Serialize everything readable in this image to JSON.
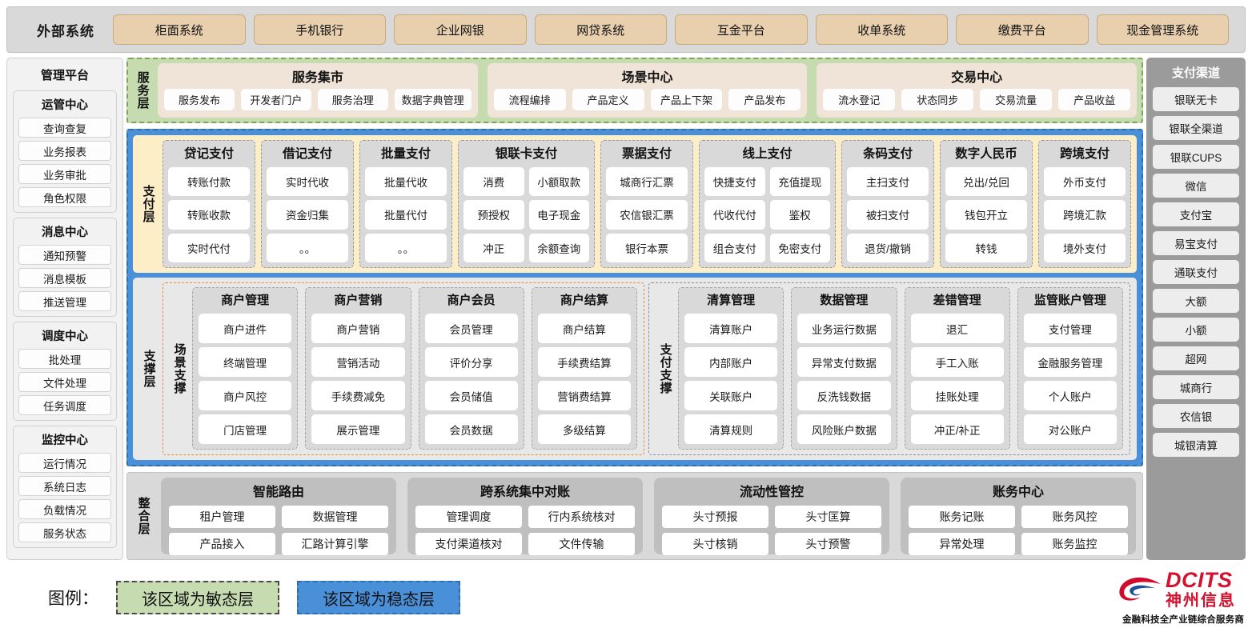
{
  "external_bar": {
    "title": "外部系统",
    "items": [
      "柜面系统",
      "手机银行",
      "企业网银",
      "网贷系统",
      "互金平台",
      "收单系统",
      "缴费平台",
      "现金管理系统"
    ]
  },
  "left_sidebar": {
    "title": "管理平台",
    "groups": [
      {
        "title": "运管中心",
        "items": [
          "查询查复",
          "业务报表",
          "业务审批",
          "角色权限"
        ]
      },
      {
        "title": "消息中心",
        "items": [
          "通知预警",
          "消息模板",
          "推送管理"
        ]
      },
      {
        "title": "调度中心",
        "items": [
          "批处理",
          "文件处理",
          "任务调度"
        ]
      },
      {
        "title": "监控中心",
        "items": [
          "运行情况",
          "系统日志",
          "负载情况",
          "服务状态"
        ]
      }
    ]
  },
  "right_sidebar": {
    "title": "支付渠道",
    "items": [
      "银联无卡",
      "银联全渠道",
      "银联CUPS",
      "微信",
      "支付宝",
      "易宝支付",
      "通联支付",
      "大额",
      "小额",
      "超网",
      "城商行",
      "农信银",
      "城银清算"
    ]
  },
  "service_layer": {
    "label": "服务层",
    "cards": [
      {
        "title": "服务集市",
        "items": [
          "服务发布",
          "开发者门户",
          "服务治理",
          "数据字典管理"
        ]
      },
      {
        "title": "场景中心",
        "items": [
          "流程编排",
          "产品定义",
          "产品上下架",
          "产品发布"
        ]
      },
      {
        "title": "交易中心",
        "items": [
          "流水登记",
          "状态同步",
          "交易流量",
          "产品收益"
        ]
      }
    ]
  },
  "payment_layer": {
    "label": "支付层",
    "columns": [
      {
        "title": "贷记支付",
        "width": 1,
        "rows": [
          [
            "转账付款"
          ],
          [
            "转账收款"
          ],
          [
            "实时代付"
          ]
        ]
      },
      {
        "title": "借记支付",
        "width": 1,
        "rows": [
          [
            "实时代收"
          ],
          [
            "资金归集"
          ],
          [
            "。。"
          ]
        ]
      },
      {
        "title": "批量支付",
        "width": 1,
        "rows": [
          [
            "批量代收"
          ],
          [
            "批量代付"
          ],
          [
            "。。"
          ]
        ]
      },
      {
        "title": "银联卡支付",
        "width": 2,
        "rows": [
          [
            "消费",
            "小额取款"
          ],
          [
            "预授权",
            "电子现金"
          ],
          [
            "冲正",
            "余额查询"
          ]
        ]
      },
      {
        "title": "票据支付",
        "width": 1,
        "rows": [
          [
            "城商行汇票"
          ],
          [
            "农信银汇票"
          ],
          [
            "银行本票"
          ]
        ]
      },
      {
        "title": "线上支付",
        "width": 2,
        "rows": [
          [
            "快捷支付",
            "充值提现"
          ],
          [
            "代收代付",
            "鉴权"
          ],
          [
            "组合支付",
            "免密支付"
          ]
        ]
      },
      {
        "title": "条码支付",
        "width": 1,
        "rows": [
          [
            "主扫支付"
          ],
          [
            "被扫支付"
          ],
          [
            "退货/撤销"
          ]
        ]
      },
      {
        "title": "数字人民币",
        "width": 1,
        "rows": [
          [
            "兑出/兑回"
          ],
          [
            "钱包开立"
          ],
          [
            "转钱"
          ]
        ]
      },
      {
        "title": "跨境支付",
        "width": 1,
        "rows": [
          [
            "外币支付"
          ],
          [
            "跨境汇款"
          ],
          [
            "境外支付"
          ]
        ]
      }
    ]
  },
  "support_layer": {
    "label": "支撑层",
    "scene": {
      "label": "场景支撑",
      "groups": [
        {
          "title": "商户管理",
          "items": [
            "商户进件",
            "终端管理",
            "商户风控",
            "门店管理"
          ]
        },
        {
          "title": "商户营销",
          "items": [
            "商户营销",
            "营销活动",
            "手续费减免",
            "展示管理"
          ]
        },
        {
          "title": "商户会员",
          "items": [
            "会员管理",
            "评价分享",
            "会员储值",
            "会员数据"
          ]
        },
        {
          "title": "商户结算",
          "items": [
            "商户结算",
            "手续费结算",
            "营销费结算",
            "多级结算"
          ]
        }
      ]
    },
    "paysupport": {
      "label": "支付支撑",
      "groups": [
        {
          "title": "清算管理",
          "items": [
            "清算账户",
            "内部账户",
            "关联账户",
            "清算规则"
          ]
        },
        {
          "title": "数据管理",
          "items": [
            "业务运行数据",
            "异常支付数据",
            "反洗钱数据",
            "风险账户数据"
          ]
        },
        {
          "title": "差错管理",
          "items": [
            "退汇",
            "手工入账",
            "挂账处理",
            "冲正/补正"
          ]
        },
        {
          "title": "监管账户管理",
          "items": [
            "支付管理",
            "金融服务管理",
            "个人账户",
            "对公账户"
          ]
        }
      ]
    }
  },
  "integration_layer": {
    "label": "整合层",
    "cards": [
      {
        "title": "智能路由",
        "rows": [
          [
            "租户管理",
            "数据管理"
          ],
          [
            "产品接入",
            "汇路计算引擎"
          ]
        ]
      },
      {
        "title": "跨系统集中对账",
        "rows": [
          [
            "管理调度",
            "行内系统核对"
          ],
          [
            "支付渠道核对",
            "文件传输"
          ]
        ]
      },
      {
        "title": "流动性管控",
        "rows": [
          [
            "头寸预报",
            "头寸匡算"
          ],
          [
            "头寸核销",
            "头寸预警"
          ]
        ]
      },
      {
        "title": "账务中心",
        "rows": [
          [
            "账务记账",
            "账务风控"
          ],
          [
            "异常处理",
            "账务监控"
          ]
        ]
      }
    ]
  },
  "legend": {
    "label": "图例：",
    "agile": "该区域为敏态层",
    "stable": "该区域为稳态层"
  },
  "logo": {
    "en": "DCITS",
    "cn": "神州信息",
    "tagline": "金融科技全产业链综合服务商"
  },
  "colors": {
    "agile_green": "#c6dcb0",
    "stable_blue": "#4a90d9",
    "payment_yellow": "#fdeec8",
    "service_card": "#f0e3d7",
    "external_item": "#e8cfae",
    "brand_red": "#d2122e"
  }
}
